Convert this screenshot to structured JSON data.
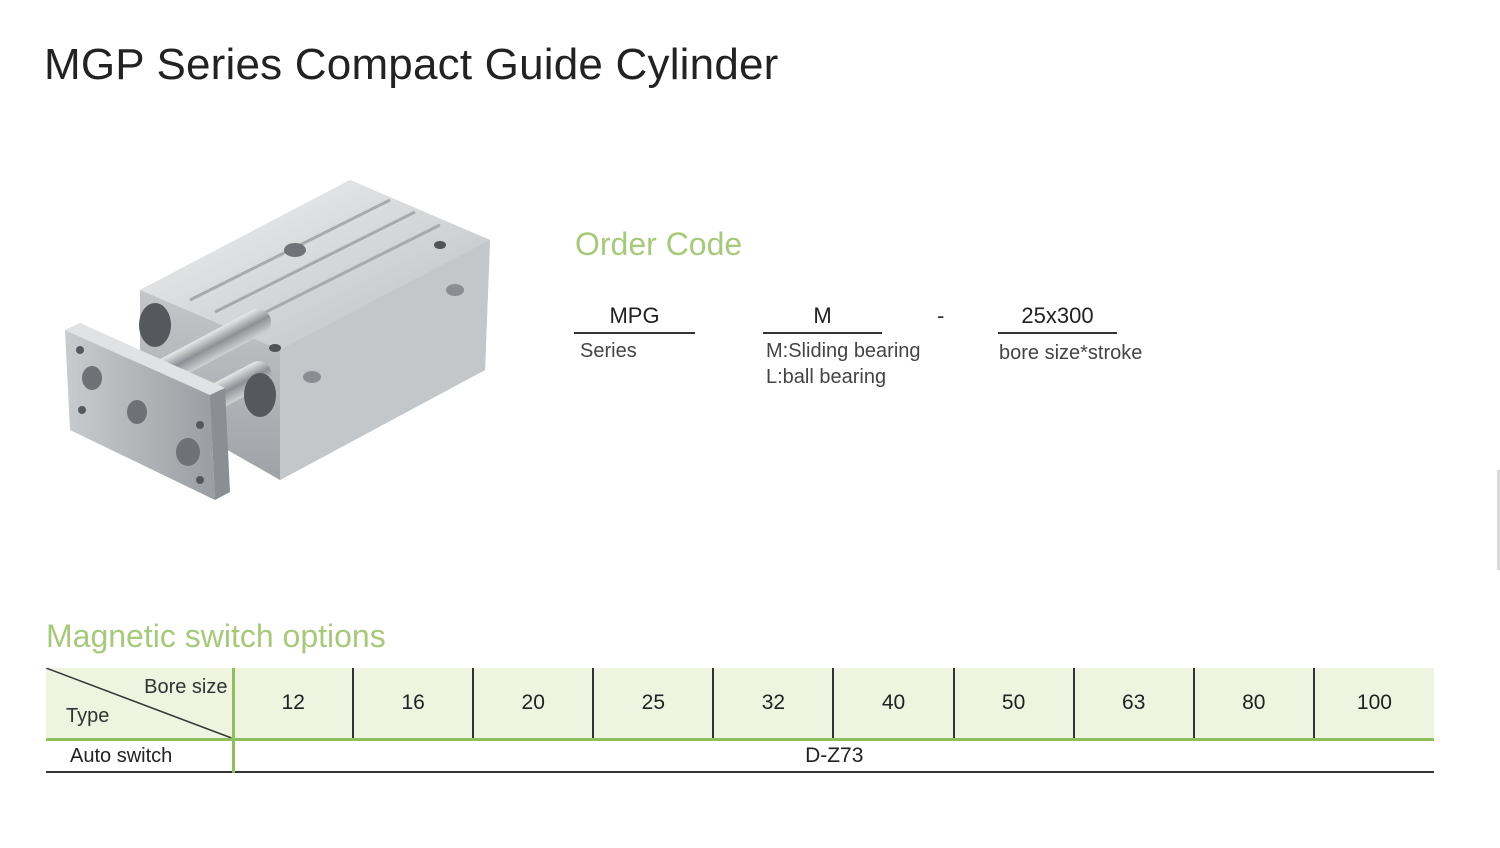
{
  "title": "MGP Series Compact Guide Cylinder",
  "order_code": {
    "heading": "Order Code",
    "parts": [
      {
        "code": "MPG",
        "desc_lines": [
          "Series"
        ]
      },
      {
        "code": "M",
        "desc_lines": [
          "M:Sliding bearing",
          "L:ball bearing"
        ]
      },
      {
        "code": "25x300",
        "desc_lines": [
          "bore size*stroke"
        ]
      }
    ],
    "separator": "-"
  },
  "switch_options": {
    "heading": "Magnetic switch options",
    "corner_top": "Bore size",
    "corner_bottom": "Type",
    "bore_sizes": [
      "12",
      "16",
      "20",
      "25",
      "32",
      "40",
      "50",
      "63",
      "80",
      "100"
    ],
    "row_label": "Auto switch",
    "row_value": "D-Z73"
  },
  "colors": {
    "accent_green": "#a8c97c",
    "table_header_bg": "#eef4df",
    "rule_green": "#8fbf5a"
  }
}
